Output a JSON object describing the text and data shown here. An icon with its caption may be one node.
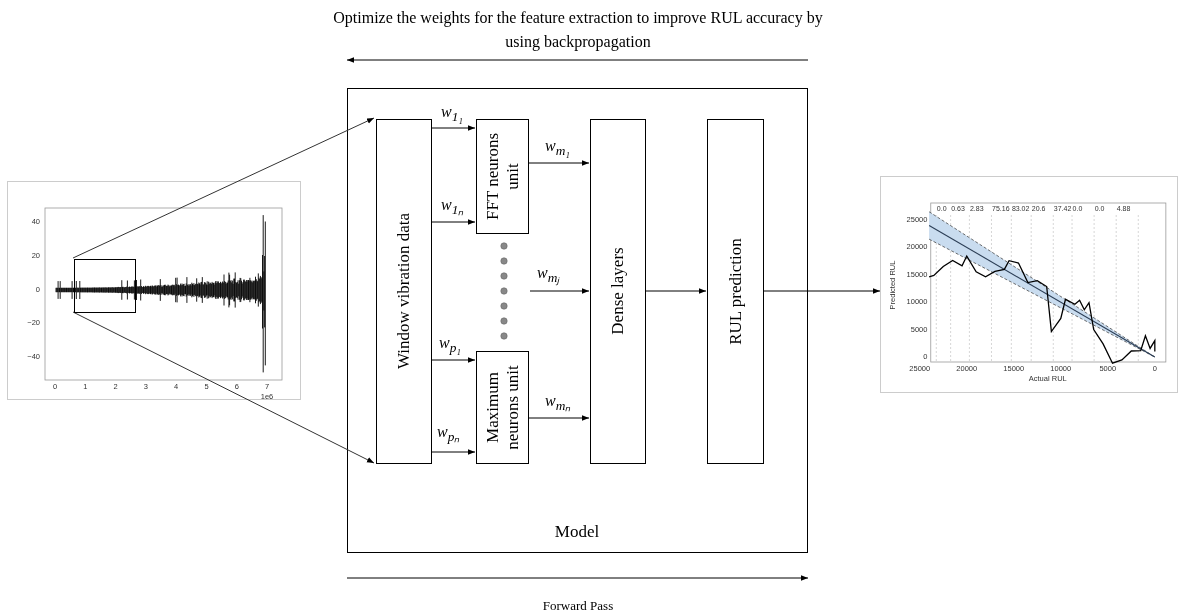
{
  "diagram": {
    "nodes": [
      {
        "text": [
          "Model"
        ]
      },
      {
        "text": [],
        "shape": "picture"
      },
      {
        "text": [],
        "shape": "box",
        "in": 1
      },
      {
        "text": [
          "Window vibration data"
        ],
        "in": 0
      },
      {
        "text": [
          "FFT neurons unit"
        ],
        "in": 0
      },
      {
        "text": [
          "Maximum neurons unit"
        ],
        "in": 0
      },
      {
        "text": [
          "Dense layers"
        ],
        "in": 0
      },
      {
        "text": [
          "RUL prediction"
        ],
        "in": 0
      },
      {
        "text": [],
        "shape": "picture"
      }
    ],
    "edges": [
      {
        "from": 2,
        "to": 3,
        "arrow": "to"
      },
      {
        "from": 2,
        "to": 3,
        "arrow": "to"
      },
      {
        "from": 3,
        "to": 4,
        "arrow": "to",
        "label": "w$_{1₁}$"
      },
      {
        "from": 3,
        "to": 4,
        "arrow": "to",
        "label": "w$_{1ₙ}$"
      },
      {
        "from": 3,
        "to": 5,
        "arrow": "to",
        "label": "w$_{p₁}$"
      },
      {
        "from": 3,
        "to": 5,
        "arrow": "to",
        "label": "w$_{pₙ}$"
      },
      {
        "from": 4,
        "to": 6,
        "arrow": "to",
        "label": "w$_{m₁}$"
      },
      {
        "from": null,
        "to": 6,
        "arrow": "to",
        "label": "w$_{mⱼ}$"
      },
      {
        "from": 5,
        "to": 6,
        "arrow": "to",
        "label": "w$_{mₙ}$"
      },
      {
        "from": 6,
        "to": 7,
        "arrow": "to"
      },
      {
        "from": 7,
        "to": 8,
        "arrow": "to"
      }
    ],
    "labels": [
      "Optimize the weights for the feature extraction to improve RUL accuracy by using backpropagation",
      "40",
      "20",
      "0",
      "−20",
      "−40",
      "0",
      "1",
      "2",
      "3",
      "4",
      "5",
      "6",
      "7",
      "1e6",
      "0.0",
      "0.63",
      "2.83",
      "75.16",
      "83.02",
      "20.6",
      "37.42",
      "0.0",
      "0.0",
      "4.88",
      "25000",
      "20000",
      "15000",
      "10000",
      "5000",
      "0",
      "Predicted RUL",
      "25000",
      "20000",
      "15000",
      "10000",
      "5000",
      "0",
      "Actual RUL",
      "Forward Pass"
    ]
  }
}
